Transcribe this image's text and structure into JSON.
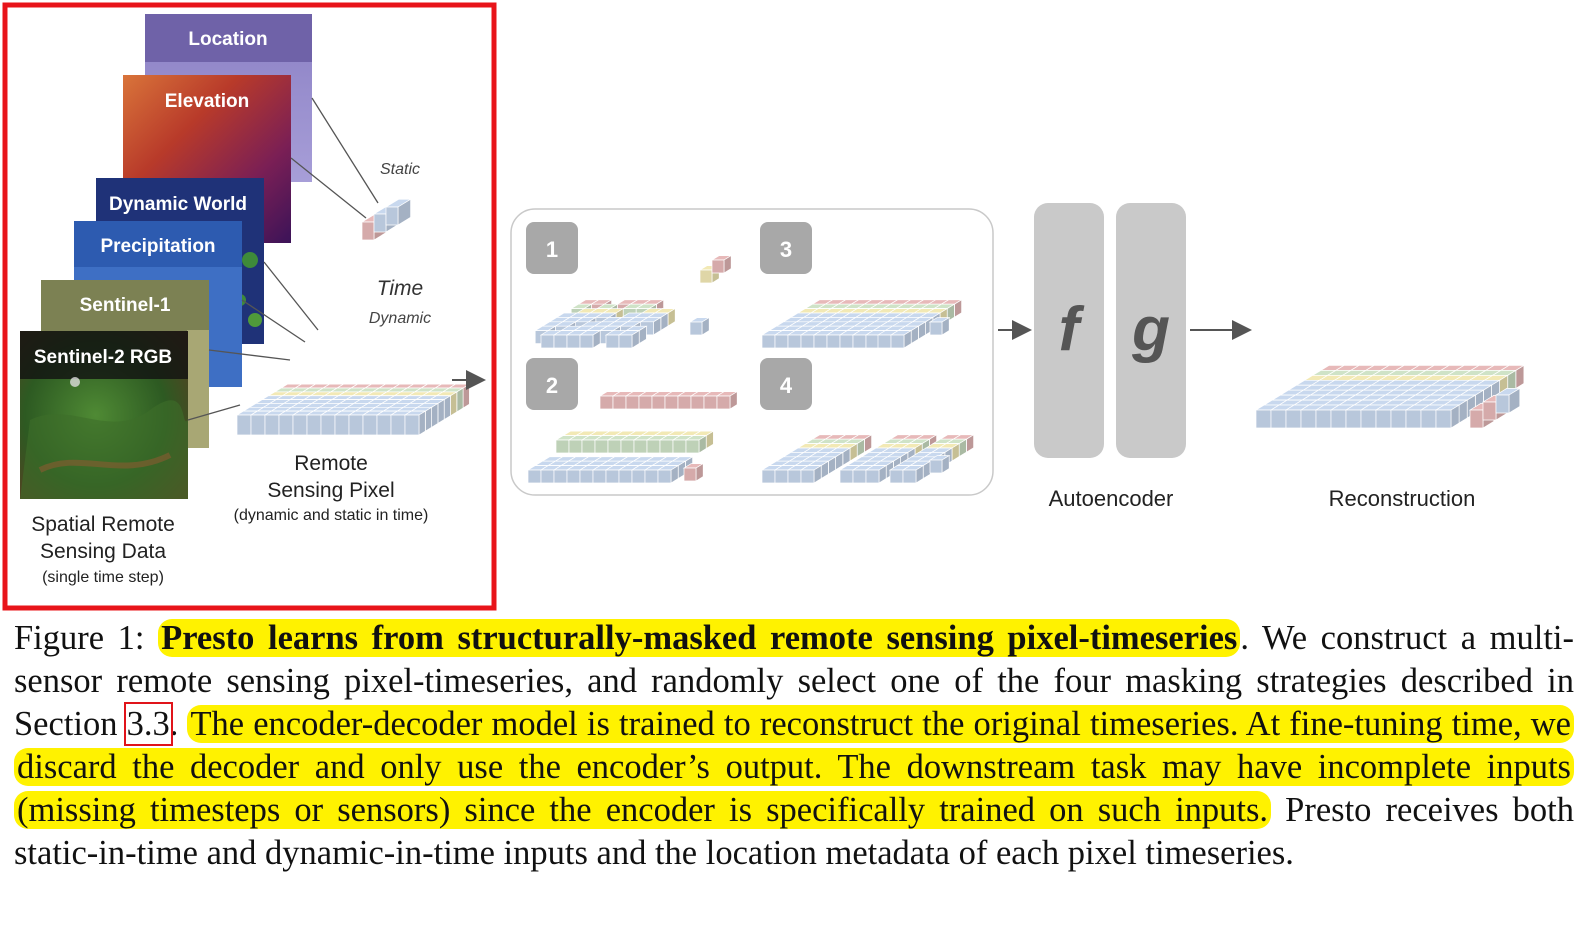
{
  "figure": {
    "layers": [
      {
        "label": "Location",
        "color": "#6f62a8"
      },
      {
        "label": "Elevation",
        "color": "#c04a28"
      },
      {
        "label": "Dynamic World",
        "color": "#1f3278"
      },
      {
        "label": "Precipitation",
        "color": "#3e6fc4"
      },
      {
        "label": "Sentinel-1",
        "color": "#7c8153"
      },
      {
        "label": "Sentinel-2 RGB",
        "color": "#2f5a24"
      }
    ],
    "static_label": "Static",
    "time_label": "Time",
    "dynamic_label": "Dynamic",
    "spatial_caption": {
      "line1": "Spatial Remote",
      "line2": "Sensing Data",
      "line3": "(single time step)"
    },
    "pixel_caption": {
      "line1": "Remote",
      "line2": "Sensing Pixel",
      "line3": "(dynamic and static in time)"
    },
    "masking_badges": [
      "1",
      "3",
      "2",
      "4"
    ],
    "encoder_symbol": "f",
    "decoder_symbol": "g",
    "autoencoder_label": "Autoencoder",
    "reconstruction_label": "Reconstruction",
    "highlight_color": "#e8141a",
    "row_colors": [
      "#e7b9b9",
      "#cfe3c7",
      "#f2e9b5",
      "#c8d8ee"
    ]
  },
  "caption": {
    "figure_label": "Figure 1: ",
    "title": "Presto learns from structurally-masked remote sensing pixel-timeseries",
    "text1": ". We construct a multi-sensor remote sensing pixel-timeseries, and randomly select one of the four masking strategies described in Section ",
    "section_ref": "3.3",
    "text2": ". ",
    "highlighted": "The encoder-decoder model is trained to reconstruct the original timeseries. At fine-tuning time, we discard the decoder and only use the encoder’s output. The downstream task may have incomplete inputs (missing timesteps or sensors) since the encoder is specifically trained on such inputs.",
    "text3": " Presto receives both static-in-time and dynamic-in-time inputs and the location metadata of each pixel timeseries."
  }
}
